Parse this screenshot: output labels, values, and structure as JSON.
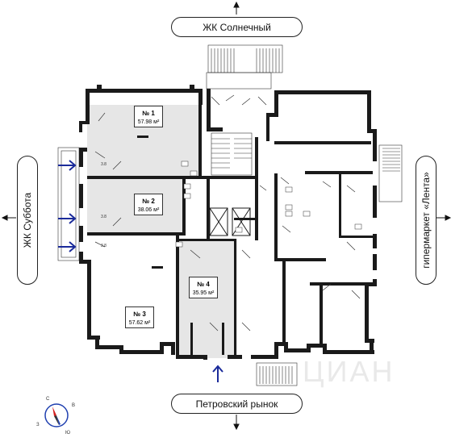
{
  "directions": {
    "top": "ЖК Солнечный",
    "bottom": "Петровский рынок",
    "left": "ЖК Суббота",
    "right": "гипермаркет «Лента»"
  },
  "units": [
    {
      "number": "№ 1",
      "area": "57.98 м²"
    },
    {
      "number": "№ 2",
      "area": "38.06 м²"
    },
    {
      "number": "№ 3",
      "area": "57.62 м²"
    },
    {
      "number": "№ 4",
      "area": "35.95 м²"
    }
  ],
  "small_areas": [
    "3.8",
    "3.8",
    "3.8"
  ],
  "compass": {
    "n": "С",
    "e": "В",
    "s": "Ю",
    "w": "З"
  },
  "watermark": "ЦИАН",
  "colors": {
    "wall": "#1a1a1a",
    "highlight": "#e6e6e6",
    "arrow": "#1a2a9a",
    "compass_red": "#d42020",
    "compass_blue": "#2040b0"
  }
}
